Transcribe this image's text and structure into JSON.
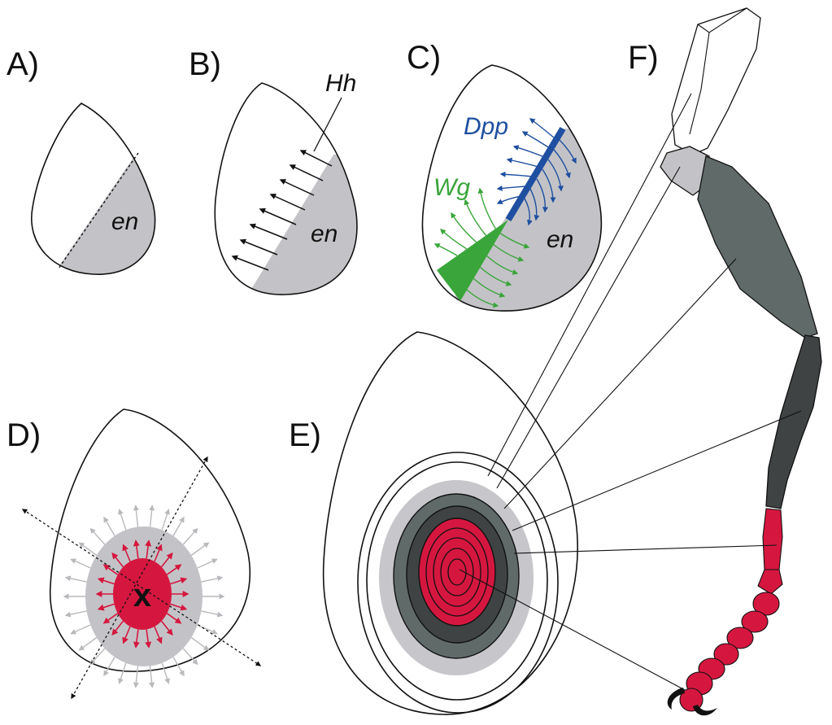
{
  "panels": {
    "a": {
      "label": "A)",
      "gene": "en"
    },
    "b": {
      "label": "B)",
      "gene": "en",
      "signal": "Hh"
    },
    "c": {
      "label": "C)",
      "gene": "en",
      "signal_dorsal": "Dpp",
      "signal_ventral": "Wg"
    },
    "d": {
      "label": "D)",
      "center_mark": "x"
    },
    "e": {
      "label": "E)"
    },
    "f": {
      "label": "F)"
    }
  },
  "colors": {
    "posterior_compartment": "#c3c3c7",
    "dpp": "#1f4fa0",
    "wg": "#3aa53a",
    "distal_red": "#d5173f",
    "dark_gray": "#3f4344",
    "mid_gray": "#5f6a69",
    "light_gray": "#c7c7cb",
    "hh_arrows": "#111111",
    "spread_arrows": "#b9b9bd"
  }
}
